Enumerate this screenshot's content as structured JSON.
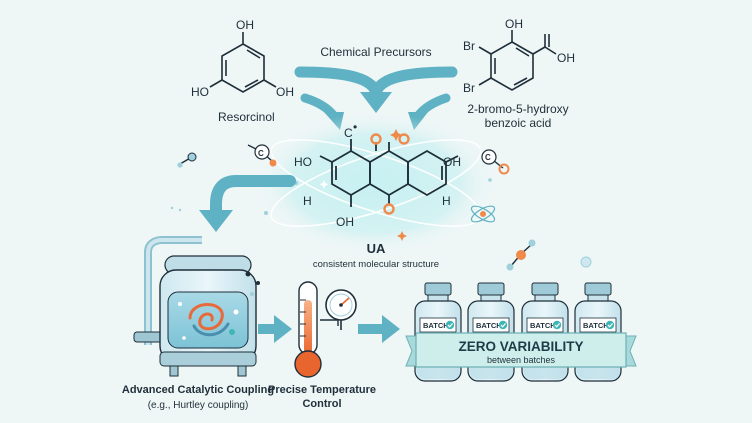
{
  "precursors": {
    "header": "Chemical Precursors",
    "resorcinol": {
      "name": "Resorcinol",
      "atom_top": "OH",
      "atom_left": "HO",
      "atom_right": "OH"
    },
    "acid": {
      "name_line1": "2-bromo-5-hydroxy",
      "name_line2": "benzoic acid",
      "atom_oh_top": "OH",
      "atom_oh_carboxyl": "OH",
      "atom_br_top": "Br",
      "atom_br_bottom": "Br"
    }
  },
  "product": {
    "name": "UA",
    "caption": "consistent molecular structure",
    "atom_c": "C",
    "atom_c_charge": "•",
    "atom_ho": "HO",
    "atom_oh_right": "OH",
    "atom_h_left": "H",
    "atom_h_right": "H",
    "atom_oh_bottom": "OH"
  },
  "process": {
    "coupling_line1": "Advanced Catalytic Coupling",
    "coupling_line2": "(e.g., Hurtley coupling)",
    "temperature_line1": "Precise Temperature",
    "temperature_line2": "Control"
  },
  "batches": {
    "labels": [
      "BATCH",
      "BATCH",
      "BATCH",
      "BATCH"
    ],
    "banner_title": "ZERO VARIABILITY",
    "banner_subtitle": "between batches"
  },
  "colors": {
    "background": "#eef6f6",
    "arrow": "#5fb2c3",
    "ink": "#1f2f3a",
    "accent_orange": "#f08a4b",
    "glow": "#aee6ea",
    "check": "#3fb6b6"
  }
}
